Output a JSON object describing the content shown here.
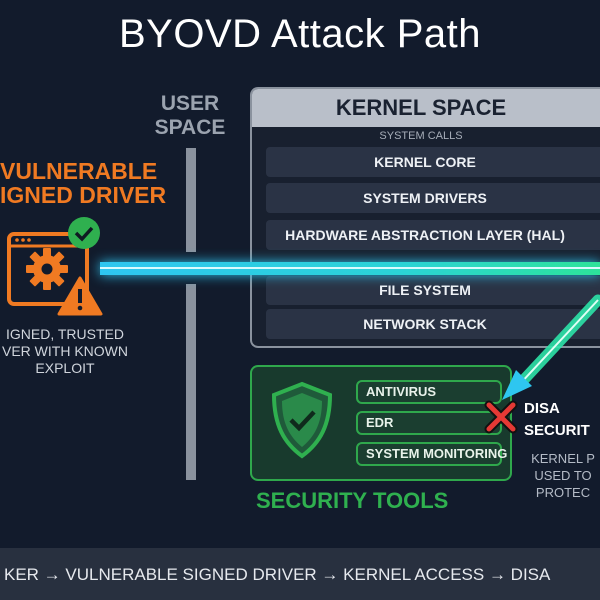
{
  "title": "BYOVD Attack Path",
  "user_space": {
    "line1": "USER",
    "line2": "SPACE"
  },
  "driver": {
    "title_line1": "VULNERABLE",
    "title_line2": "IGNED DRIVER",
    "desc_line1": "IGNED, TRUSTED",
    "desc_line2": "VER WITH KNOWN",
    "desc_line3": "EXPLOIT",
    "icons": [
      "window-gear-icon",
      "check-circle-icon",
      "warning-icon"
    ]
  },
  "kernel": {
    "header": "KERNEL SPACE",
    "system_calls": "SYSTEM CALLS",
    "layers": [
      "KERNEL CORE",
      "SYSTEM DRIVERS",
      "HARDWARE ABSTRACTION LAYER (HAL)",
      "FILE SYSTEM",
      "NETWORK STACK"
    ]
  },
  "security": {
    "title": "SECURITY TOOLS",
    "items": [
      "ANTIVIRUS",
      "EDR",
      "SYSTEM MONITORING"
    ],
    "icon": "shield-check-icon"
  },
  "disable": {
    "title_line1": "DISA",
    "title_line2": "SECURIT",
    "desc_line1": "KERNEL P",
    "desc_line2": "USED TO",
    "desc_line3": "PROTEC"
  },
  "flow": "KER → VULNERABLE SIGNED DRIVER → KERNEL ACCESS → DISA",
  "colors": {
    "background": "#121b2c",
    "driver": "#f07a22",
    "security": "#2fa84c",
    "beam": "#2ec6f0",
    "blocked": "#e53935"
  }
}
